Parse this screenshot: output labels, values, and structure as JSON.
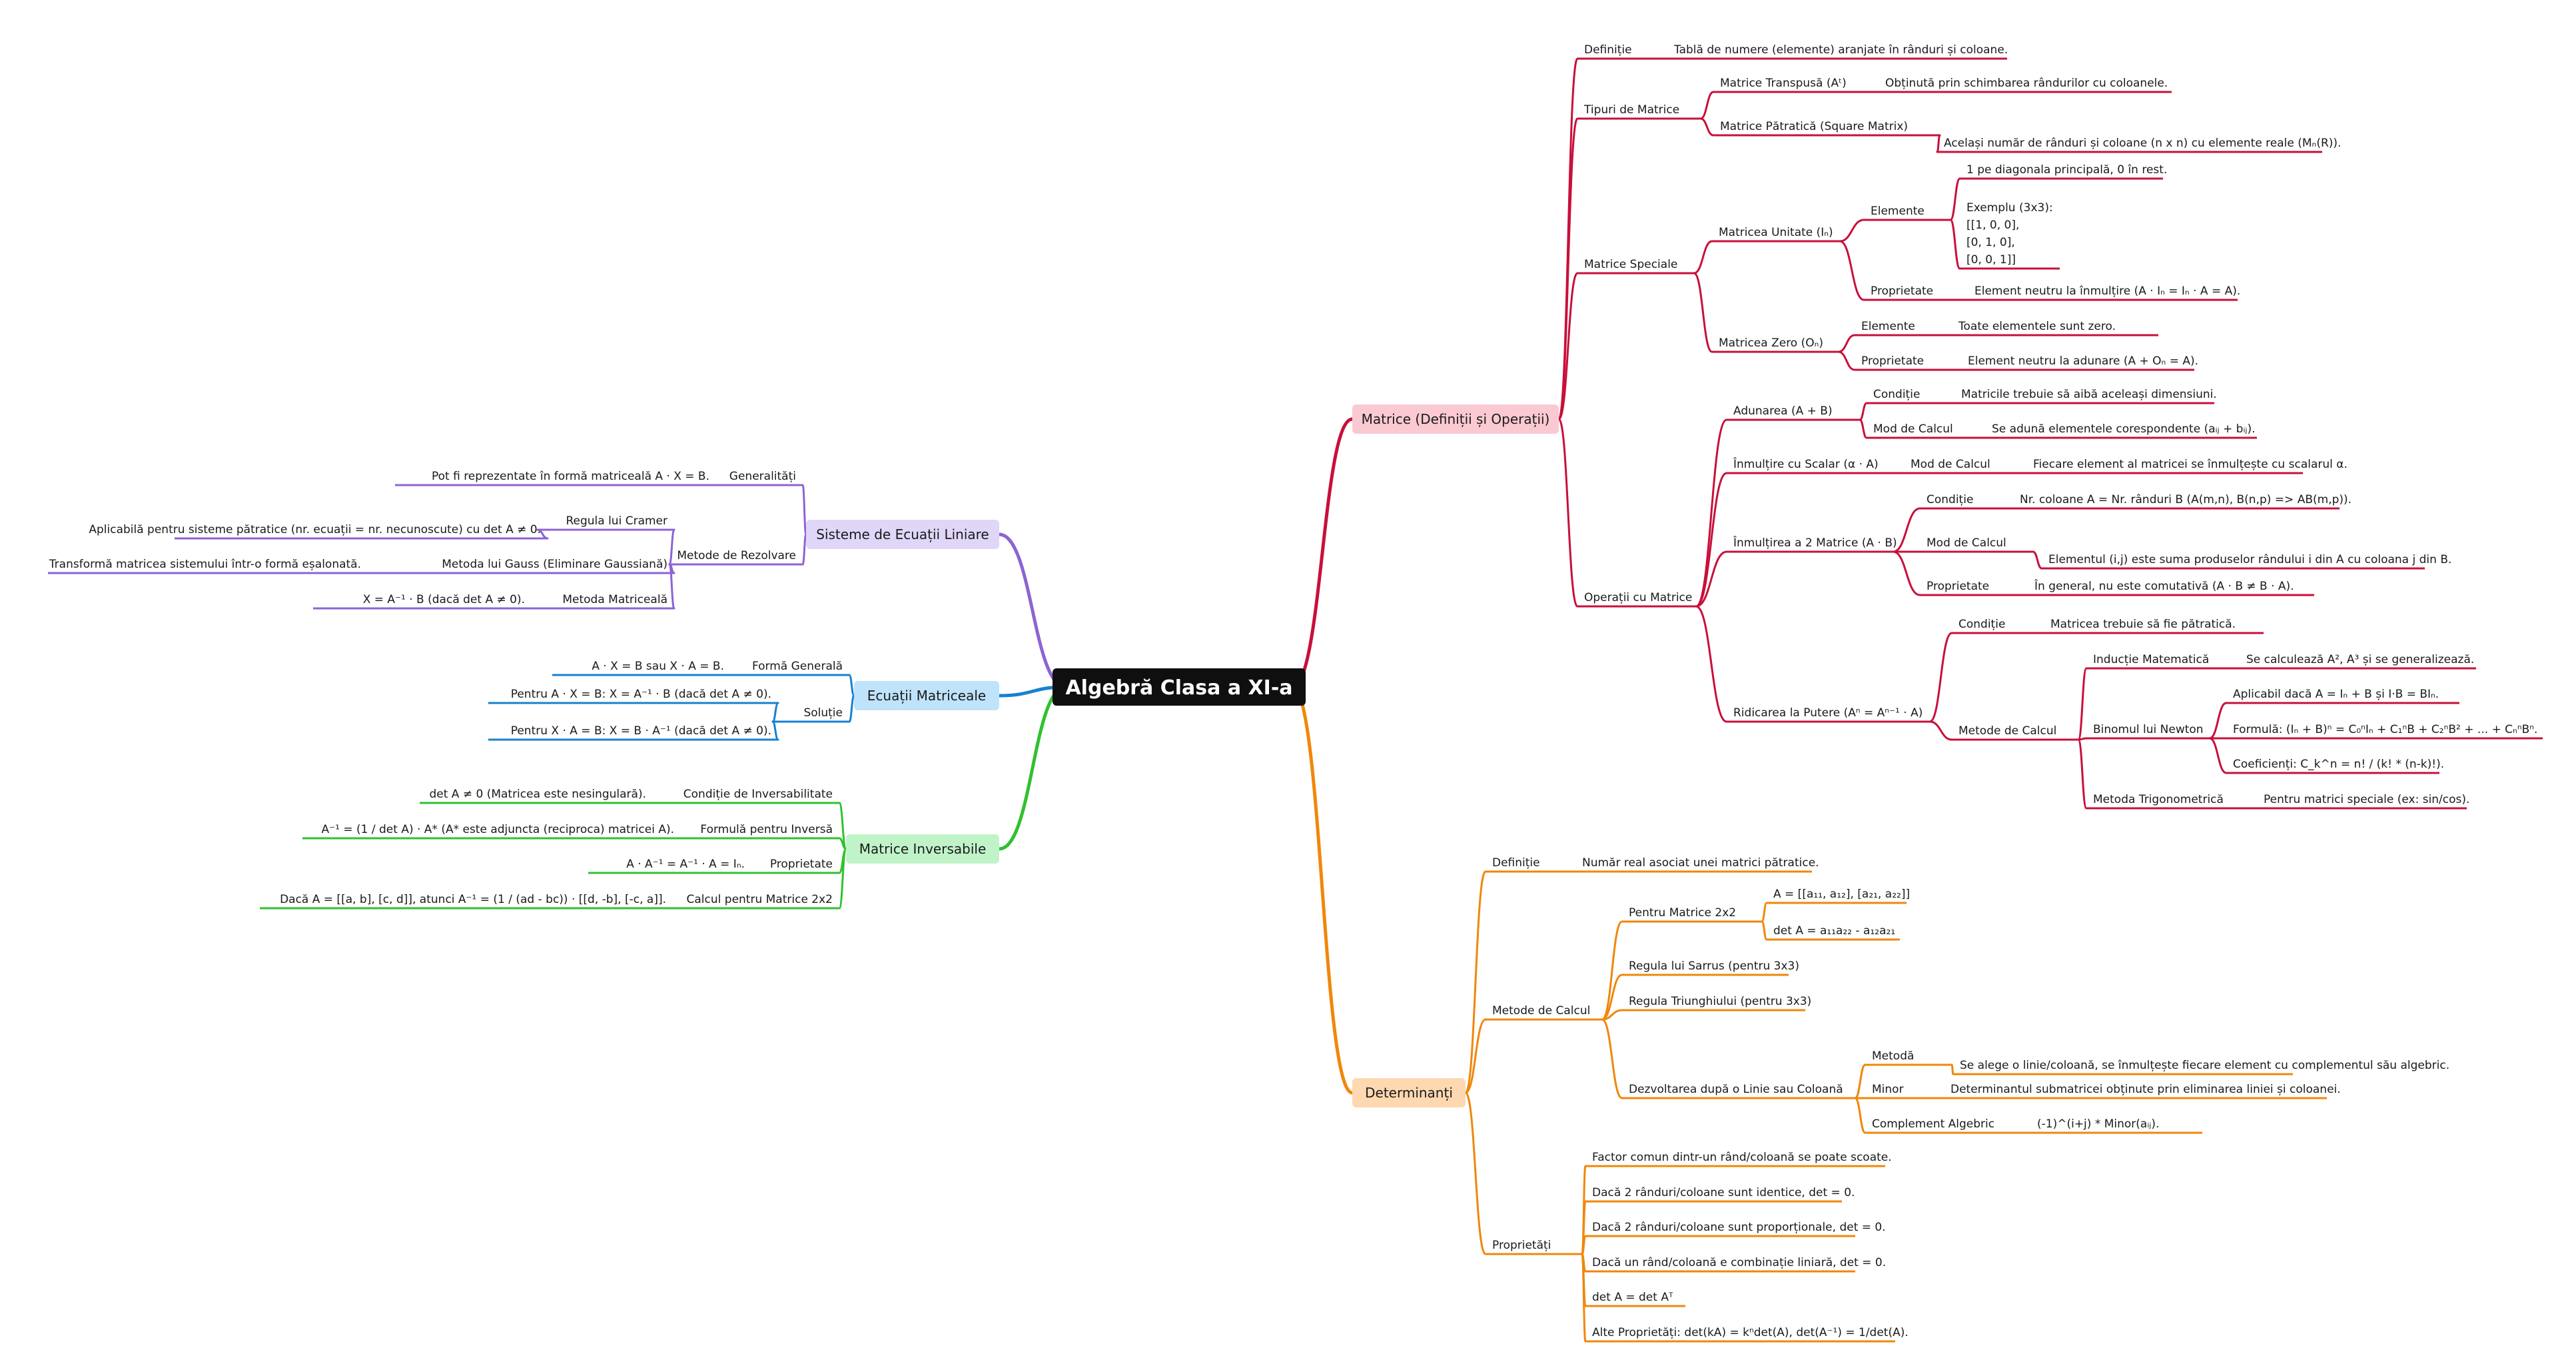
{
  "root": "Algebră Clasa a XI-a",
  "colors": {
    "matrice": "#c8103a",
    "determinanti": "#f0870a",
    "sisteme": "#8e63d2",
    "ecuatii": "#1880d0",
    "inversabile": "#30c130"
  },
  "branches": [
    {
      "id": "matrice",
      "label": "Matrice (Definiții și Operații)",
      "fill": "#fbc9d2",
      "children": [
        {
          "label": "Definiție",
          "children": [
            {
              "label": "Tablă de numere (elemente) aranjate în rânduri și coloane."
            }
          ]
        },
        {
          "label": "Tipuri de Matrice",
          "children": [
            {
              "label": "Matrice Transpusă (Aᵗ)",
              "children": [
                {
                  "label": "Obținută prin schimbarea rândurilor cu coloanele."
                }
              ]
            },
            {
              "label": "Matrice Pătratică (Square Matrix)",
              "children": [
                {
                  "label": "Același număr de rânduri și coloane (n x n) cu elemente reale (Mₙ(R))."
                }
              ]
            }
          ]
        },
        {
          "label": "Matrice Speciale",
          "children": [
            {
              "label": "Matricea Unitate (Iₙ)",
              "children": [
                {
                  "label": "Elemente",
                  "children": [
                    {
                      "label": "1 pe diagonala principală, 0 în rest."
                    },
                    {
                      "label": "Exemplu (3x3):\n[[1, 0, 0],\n[0, 1, 0],\n[0, 0, 1]]"
                    }
                  ]
                },
                {
                  "label": "Proprietate",
                  "children": [
                    {
                      "label": "Element neutru la înmulțire (A · Iₙ = Iₙ · A = A)."
                    }
                  ]
                }
              ]
            },
            {
              "label": "Matricea Zero (Oₙ)",
              "children": [
                {
                  "label": "Elemente",
                  "children": [
                    {
                      "label": "Toate elementele sunt zero."
                    }
                  ]
                },
                {
                  "label": "Proprietate",
                  "children": [
                    {
                      "label": "Element neutru la adunare (A + Oₙ = A)."
                    }
                  ]
                }
              ]
            }
          ]
        },
        {
          "label": "Operații cu Matrice",
          "children": [
            {
              "label": "Adunarea (A + B)",
              "children": [
                {
                  "label": "Condiție",
                  "children": [
                    {
                      "label": "Matricile trebuie să aibă aceleași dimensiuni."
                    }
                  ]
                },
                {
                  "label": "Mod de Calcul",
                  "children": [
                    {
                      "label": "Se adună elementele corespondente (aᵢⱼ + bᵢⱼ)."
                    }
                  ]
                }
              ]
            },
            {
              "label": "Înmulțire cu Scalar (α · A)",
              "children": [
                {
                  "label": "Mod de Calcul",
                  "children": [
                    {
                      "label": "Fiecare element al matricei se înmulțește cu scalarul α."
                    }
                  ]
                }
              ]
            },
            {
              "label": "Înmulțirea a 2 Matrice (A · B)",
              "children": [
                {
                  "label": "Condiție",
                  "children": [
                    {
                      "label": "Nr. coloane A = Nr. rânduri B (A(m,n), B(n,p) => AB(m,p))."
                    }
                  ]
                },
                {
                  "label": "Mod de Calcul",
                  "children": [
                    {
                      "label": "Elementul (i,j) este suma produselor rândului i din A cu coloana j din B."
                    }
                  ]
                },
                {
                  "label": "Proprietate",
                  "children": [
                    {
                      "label": "În general, nu este comutativă (A · B ≠ B · A)."
                    }
                  ]
                }
              ]
            },
            {
              "label": "Ridicarea la Putere (Aⁿ = Aⁿ⁻¹ · A)",
              "children": [
                {
                  "label": "Condiție",
                  "children": [
                    {
                      "label": "Matricea trebuie să fie pătratică."
                    }
                  ]
                },
                {
                  "label": "Metode de Calcul",
                  "children": [
                    {
                      "label": "Inducție Matematică",
                      "children": [
                        {
                          "label": "Se calculează A², A³ și se generalizează."
                        }
                      ]
                    },
                    {
                      "label": "Binomul lui Newton",
                      "children": [
                        {
                          "label": "Aplicabil dacă A = Iₙ + B și I·B = BIₙ."
                        },
                        {
                          "label": "Formulă: (Iₙ + B)ⁿ = C₀ⁿIₙ + C₁ⁿB + C₂ⁿB² + ... + CₙⁿBⁿ."
                        },
                        {
                          "label": "Coeficienți: C_k^n = n! / (k! * (n-k)!)."
                        }
                      ]
                    },
                    {
                      "label": "Metoda Trigonometrică",
                      "children": [
                        {
                          "label": "Pentru matrici speciale (ex: sin/cos)."
                        }
                      ]
                    }
                  ]
                }
              ]
            }
          ]
        }
      ]
    },
    {
      "id": "determinanti",
      "label": "Determinanți",
      "fill": "#fdd8b0",
      "children": [
        {
          "label": "Definiție",
          "children": [
            {
              "label": "Număr real asociat unei matrici pătratice."
            }
          ]
        },
        {
          "label": "Metode de Calcul",
          "children": [
            {
              "label": "Pentru Matrice 2x2",
              "children": [
                {
                  "label": "A = [[a₁₁, a₁₂], [a₂₁, a₂₂]]"
                },
                {
                  "label": "det A = a₁₁a₂₂ - a₁₂a₂₁"
                }
              ]
            },
            {
              "label": "Regula lui Sarrus (pentru 3x3)"
            },
            {
              "label": "Regula Triunghiului (pentru 3x3)"
            },
            {
              "label": "Dezvoltarea după o Linie sau Coloană",
              "children": [
                {
                  "label": "Metodă",
                  "children": [
                    {
                      "label": "Se alege o linie/coloană, se înmulțește fiecare element cu complementul său algebric."
                    }
                  ]
                },
                {
                  "label": "Minor",
                  "children": [
                    {
                      "label": "Determinantul submatricei obținute prin eliminarea liniei și coloanei."
                    }
                  ]
                },
                {
                  "label": "Complement Algebric",
                  "children": [
                    {
                      "label": "(-1)^(i+j) * Minor(aᵢⱼ)."
                    }
                  ]
                }
              ]
            }
          ]
        },
        {
          "label": "Proprietăți",
          "children": [
            {
              "label": "Factor comun dintr-un rând/coloană se poate scoate."
            },
            {
              "label": "Dacă 2 rânduri/coloane sunt identice, det = 0."
            },
            {
              "label": "Dacă 2 rânduri/coloane sunt proporționale, det = 0."
            },
            {
              "label": "Dacă un rând/coloană e combinație liniară, det = 0."
            },
            {
              "label": "det A = det Aᵀ"
            },
            {
              "label": "Alte Proprietăți: det(kA) = kⁿdet(A), det(A⁻¹) = 1/det(A)."
            }
          ]
        }
      ]
    },
    {
      "id": "sisteme",
      "label": "Sisteme de Ecuații Liniare",
      "fill": "#e0d6f8",
      "children": [
        {
          "label": "Generalități",
          "children": [
            {
              "label": "Pot fi reprezentate în formă matriceală A · X = B."
            }
          ]
        },
        {
          "label": "Metode de Rezolvare",
          "children": [
            {
              "label": "Regula lui Cramer",
              "children": [
                {
                  "label": "Aplicabilă pentru sisteme pătratice (nr. ecuații = nr. necunoscute) cu det A ≠ 0."
                }
              ]
            },
            {
              "label": "Metoda lui Gauss (Eliminare Gaussiană)",
              "children": [
                {
                  "label": "Transformă matricea sistemului într-o formă eșalonată."
                }
              ]
            },
            {
              "label": "Metoda Matriceală",
              "children": [
                {
                  "label": "X = A⁻¹ · B (dacă det A ≠ 0)."
                }
              ]
            }
          ]
        }
      ]
    },
    {
      "id": "ecuatii",
      "label": "Ecuații Matriceale",
      "fill": "#bfe3fb",
      "children": [
        {
          "label": "Formă Generală",
          "children": [
            {
              "label": "A · X = B sau X · A = B."
            }
          ]
        },
        {
          "label": "Soluție",
          "children": [
            {
              "label": "Pentru A · X = B: X = A⁻¹ · B (dacă det A ≠ 0)."
            },
            {
              "label": "Pentru X · A = B: X = B · A⁻¹ (dacă det A ≠ 0)."
            }
          ]
        }
      ]
    },
    {
      "id": "inversabile",
      "label": "Matrice Inversabile",
      "fill": "#c0f4c8",
      "children": [
        {
          "label": "Condiție de Inversabilitate",
          "children": [
            {
              "label": "det A ≠ 0 (Matricea este nesingulară)."
            }
          ]
        },
        {
          "label": "Formulă pentru Inversă",
          "children": [
            {
              "label": "A⁻¹ = (1 / det A) · A* (A* este adjuncta (reciproca) matricei A)."
            }
          ]
        },
        {
          "label": "Proprietate",
          "children": [
            {
              "label": "A · A⁻¹ = A⁻¹ · A = Iₙ."
            }
          ]
        },
        {
          "label": "Calcul pentru Matrice 2x2",
          "children": [
            {
              "label": "Dacă A = [[a, b], [c, d]], atunci A⁻¹ = (1 / (ad - bc)) · [[d, -b], [-c, a]]."
            }
          ]
        }
      ]
    }
  ]
}
